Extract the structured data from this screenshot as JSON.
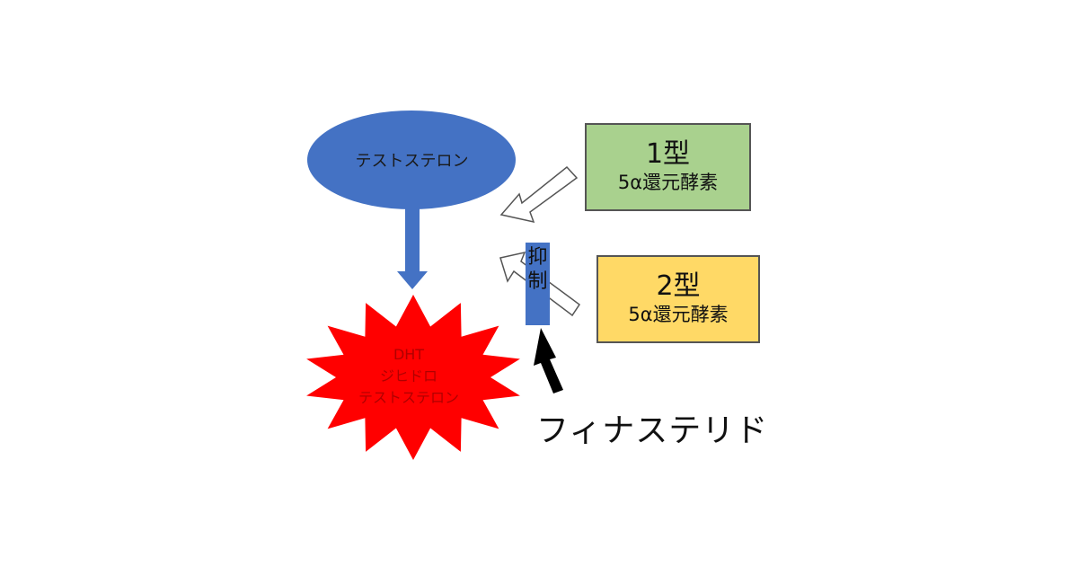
{
  "testosterone": {
    "label": "テストステロン",
    "fill": "#4472c4"
  },
  "dht": {
    "label": "DHT\nジヒドロ\nテストステロン",
    "fill": "#ff0000"
  },
  "type1_enzyme": {
    "title": "1型",
    "subtitle": "5α還元酵素",
    "fill": "#a9d18e"
  },
  "type2_enzyme": {
    "title": "2型",
    "subtitle": "5α還元酵素",
    "fill": "#ffd966"
  },
  "inhibit": {
    "label": "抑\n制",
    "fill": "#4472c4"
  },
  "finasteride": {
    "label": "フィナステリド"
  },
  "colors": {
    "arrow_blue": "#4472c4",
    "outline": "#555555",
    "finasteride_arrow": "#000000"
  }
}
